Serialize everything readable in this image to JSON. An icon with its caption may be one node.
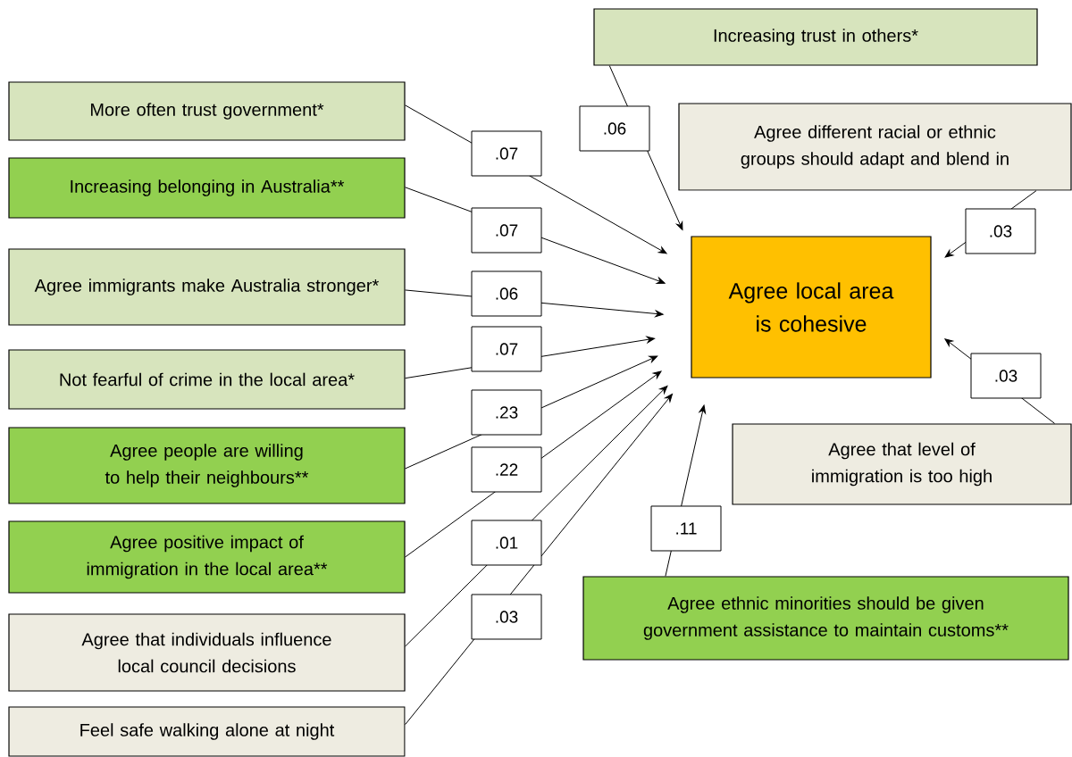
{
  "diagram": {
    "nodes": [
      {
        "text": [
          "More often trust government*"
        ]
      },
      {
        "text": [
          "Increasing belonging in Australia**"
        ]
      },
      {
        "text": [
          "Agree immigrants make Australia stronger*"
        ]
      },
      {
        "text": [
          "Not fearful of crime in the local area*"
        ]
      },
      {
        "text": [
          "Agree people are willing to help their neighbours**"
        ]
      },
      {
        "text": [
          "Agree positive impact of immigration in the local area**"
        ]
      },
      {
        "text": [
          "Agree that individuals influence local council decisions"
        ]
      },
      {
        "text": [
          "Feel safe walking alone at night"
        ]
      },
      {
        "text": [
          "Increasing trust in others*"
        ]
      },
      {
        "text": [
          "Agree different racial or ethnic groups should adapt and blend in"
        ]
      },
      {
        "text": [
          "Agree local area is cohesive"
        ]
      },
      {
        "text": [
          "Agree that level of immigration is too high"
        ]
      },
      {
        "text": [
          "Agree ethnic minorities should be given government assistance to maintain customs**"
        ]
      }
    ],
    "edges": [
      {
        "from": 0,
        "to": 10,
        "arrow": "to",
        "label": ".07"
      },
      {
        "from": 1,
        "to": 10,
        "arrow": "to",
        "label": ".07"
      },
      {
        "from": 2,
        "to": 10,
        "arrow": "to",
        "label": ".06"
      },
      {
        "from": 3,
        "to": 10,
        "arrow": "to",
        "label": ".07"
      },
      {
        "from": 4,
        "to": 10,
        "arrow": "to",
        "label": ".23"
      },
      {
        "from": 5,
        "to": 10,
        "arrow": "to",
        "label": ".22"
      },
      {
        "from": 6,
        "to": 10,
        "arrow": "to",
        "label": ".01"
      },
      {
        "from": 7,
        "to": 10,
        "arrow": "to",
        "label": ".03"
      },
      {
        "from": 8,
        "to": 10,
        "arrow": "to",
        "label": ".06"
      },
      {
        "from": 9,
        "to": 10,
        "arrow": "to",
        "label": ".03"
      },
      {
        "from": 11,
        "to": 10,
        "arrow": "to",
        "label": ".03"
      },
      {
        "from": 12,
        "to": 10,
        "arrow": "to",
        "label": ".11"
      }
    ]
  }
}
